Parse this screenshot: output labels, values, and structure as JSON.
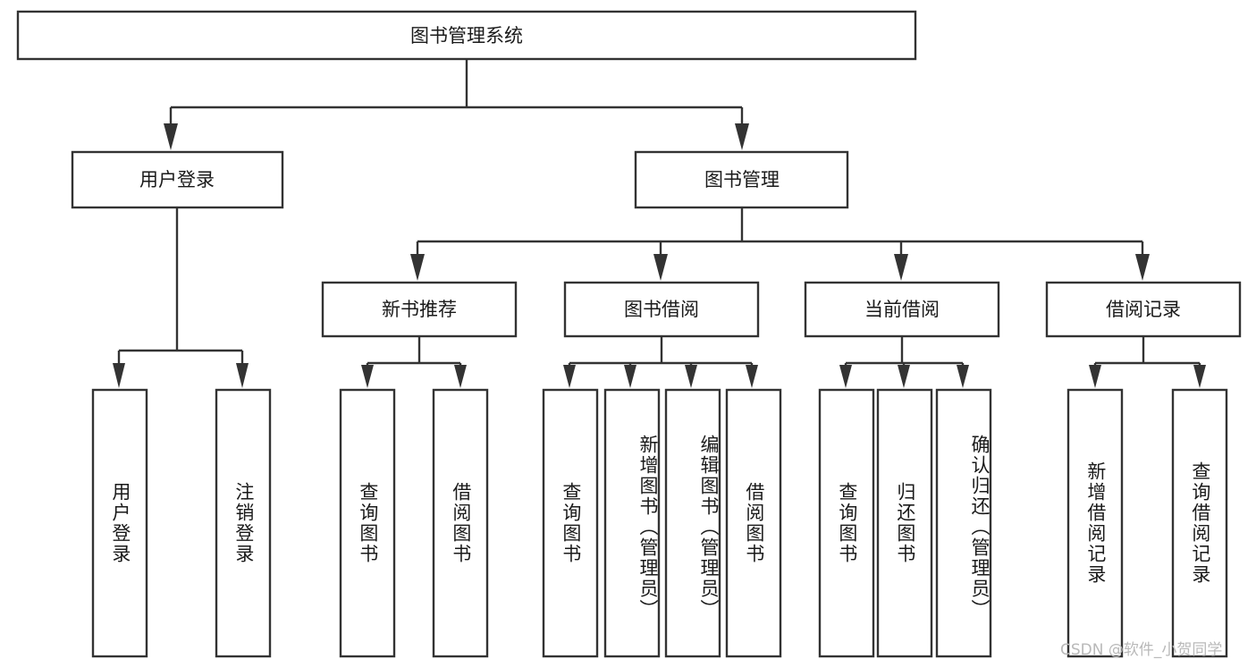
{
  "diagram": {
    "title": "图书管理系统",
    "type": "tree",
    "watermark": "CSDN @软件_小贺同学",
    "colors": {
      "stroke": "#333333",
      "fill": "#ffffff",
      "text": "#1a1a1a",
      "watermark": "#b9b9b9",
      "background": "#ffffff"
    },
    "nodes": {
      "root": {
        "label": "图书管理系统"
      },
      "level2": [
        {
          "id": "user-login",
          "label": "用户登录"
        },
        {
          "id": "book-manage",
          "label": "图书管理"
        }
      ],
      "level3": [
        {
          "id": "new-book-recommend",
          "label": "新书推荐"
        },
        {
          "id": "book-borrow",
          "label": "图书借阅"
        },
        {
          "id": "current-borrow",
          "label": "当前借阅"
        },
        {
          "id": "borrow-record",
          "label": "借阅记录"
        }
      ],
      "leaves": [
        {
          "id": "leaf-user-login",
          "label": "用户登录",
          "parent": "user-login"
        },
        {
          "id": "leaf-logout-login",
          "label": "注销登录",
          "parent": "user-login"
        },
        {
          "id": "leaf-query-book-1",
          "label": "查询图书",
          "parent": "new-book-recommend"
        },
        {
          "id": "leaf-borrow-book-1",
          "label": "借阅图书",
          "parent": "new-book-recommend"
        },
        {
          "id": "leaf-query-book-2",
          "label": "查询图书",
          "parent": "book-borrow"
        },
        {
          "id": "leaf-add-book",
          "label": "新增图书（管理员）",
          "parent": "book-borrow"
        },
        {
          "id": "leaf-edit-book",
          "label": "编辑图书（管理员）",
          "parent": "book-borrow"
        },
        {
          "id": "leaf-borrow-book-2",
          "label": "借阅图书",
          "parent": "book-borrow"
        },
        {
          "id": "leaf-query-book-3",
          "label": "查询图书",
          "parent": "current-borrow"
        },
        {
          "id": "leaf-return-book",
          "label": "归还图书",
          "parent": "current-borrow"
        },
        {
          "id": "leaf-confirm-return",
          "label": "确认归还（管理员）",
          "parent": "current-borrow"
        },
        {
          "id": "leaf-add-record",
          "label": "新增借阅记录",
          "parent": "borrow-record"
        },
        {
          "id": "leaf-query-record",
          "label": "查询借阅记录",
          "parent": "borrow-record"
        }
      ]
    }
  }
}
